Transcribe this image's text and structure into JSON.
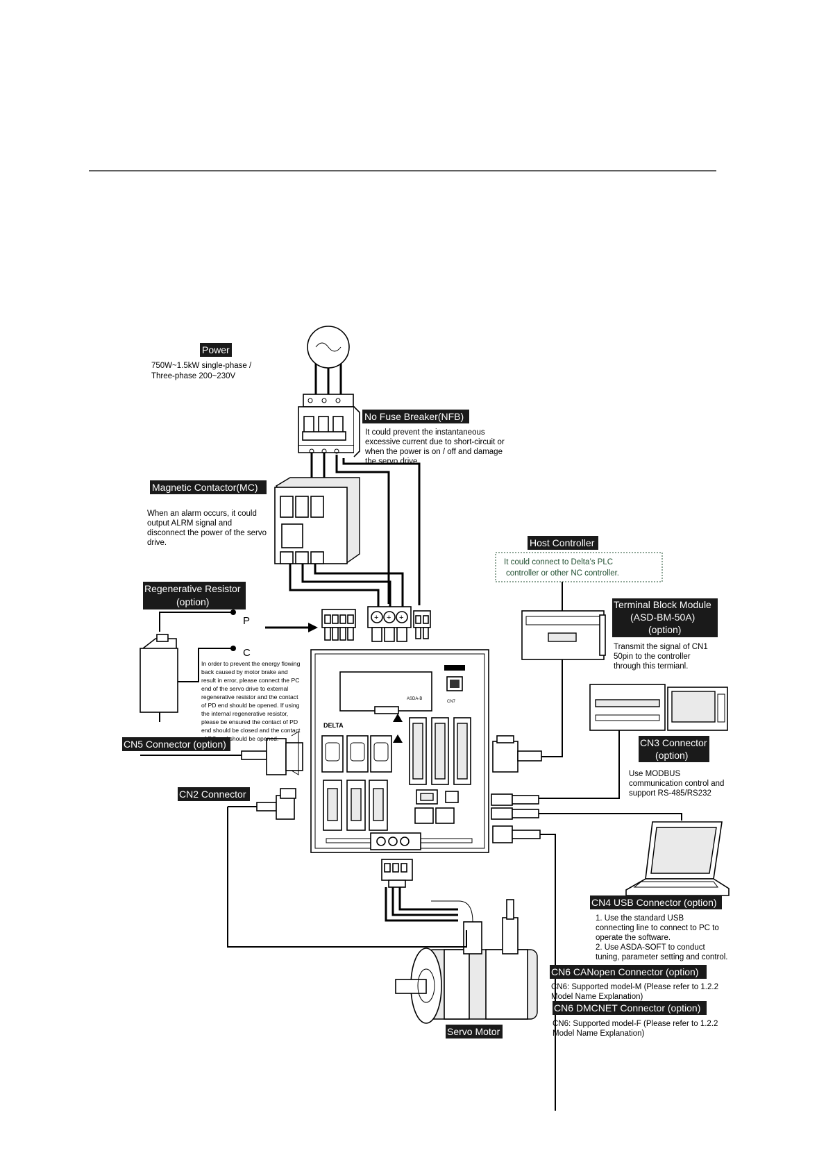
{
  "power": {
    "label": "Power",
    "line1": "750W~1.5kW  single-phase /",
    "line2": "Three-phase 200~230V"
  },
  "nfb": {
    "label": "No Fuse Breaker(NFB)",
    "lines": [
      "It could prevent the instantaneous",
      "excessive current  due to short-circuit or",
      "when the power is on / off and damage",
      "the servo drive."
    ]
  },
  "mc": {
    "label": "Magnetic Contactor(MC)",
    "lines": [
      "When an alarm occurs, it could",
      "output ALRM signal  and",
      "disconnect the power of the servo",
      "drive."
    ]
  },
  "host": {
    "label": "Host Controller",
    "lines": [
      "It could connect to Delta’s PLC",
      "controller or other NC controller."
    ]
  },
  "regen": {
    "label1": "Regenerative Resistor",
    "label2": "(option)",
    "p": "P",
    "c": "C",
    "lines": [
      "In order to prevent the energy flowing",
      "back caused by motor brake and",
      "result in error, please connect the PC",
      "end of the servo drive to external",
      "regenerative resistor and the contact",
      "of PD end should be  opened. If using",
      "the internal regenerative resistor,",
      "please be ensured the contact of PD",
      "end should be closed and the contact",
      "of PC end should be opened."
    ]
  },
  "tbm": {
    "label1": "Terminal Block Module",
    "label2": "(ASD-BM-50A)",
    "label3": "(option)",
    "lines": [
      "Transmit the signal of CN1",
      "50pin to the controller",
      "through this termianl."
    ]
  },
  "cn3": {
    "label1": "CN3 Connector",
    "label2": "(option)",
    "lines": [
      "Use MODBUS",
      "communication control and",
      "support RS-485/RS232"
    ]
  },
  "cn5": {
    "label": "CN5 Connector (option)"
  },
  "cn2": {
    "label": "CN2 Connector"
  },
  "cn4": {
    "label": "CN4 USB Connector (option)",
    "lines": [
      "1. Use the standard USB",
      "connecting line to connect to PC to",
      "operate the software.",
      "2. Use ASDA-SOFT to conduct",
      "tuning, parameter setting and control."
    ]
  },
  "cn6_canopen": {
    "label": "CN6 CANopen Connector (option)",
    "lines": [
      "CN6: Supported model-M (Please refer to 1.2.2",
      "Model Name Explanation)"
    ]
  },
  "cn6_dmcnet": {
    "label": "CN6 DMCNET Connector (option)",
    "lines": [
      "CN6: Supported model-F (Please refer to 1.2.2",
      "Model Name Explanation)"
    ]
  },
  "servo_motor": {
    "label": "Servo Motor"
  },
  "colors": {
    "label_bg": "#1a1a1a",
    "label_text": "#ffffff",
    "host_text": "#1f4d2f"
  }
}
